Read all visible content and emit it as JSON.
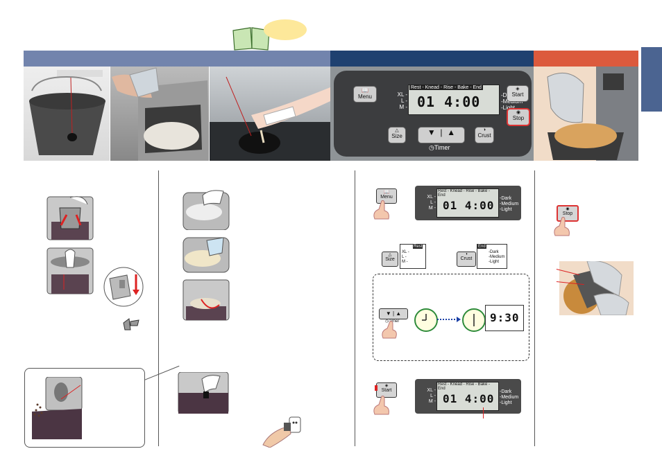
{
  "panel": {
    "menu": "Menu",
    "start": "Start",
    "stop": "Stop",
    "size": "Size",
    "crust": "Crust",
    "timer": "Timer",
    "sizes": [
      "XL -",
      "L -",
      "M -"
    ],
    "crusts": [
      "-Dark",
      "-Medium",
      "-Light"
    ],
    "stages": "Rest - Knead - Rise - Bake - End",
    "stages_rest": "Rest",
    "stages_end": "End",
    "display": "01 4:00",
    "display_timer": "9:30"
  },
  "colors": {
    "band_blue": "#7284ad",
    "band_navy": "#1f4170",
    "band_orange": "#dc5a3d",
    "side_tab": "#4b6491",
    "bubble": "#fde89a"
  }
}
